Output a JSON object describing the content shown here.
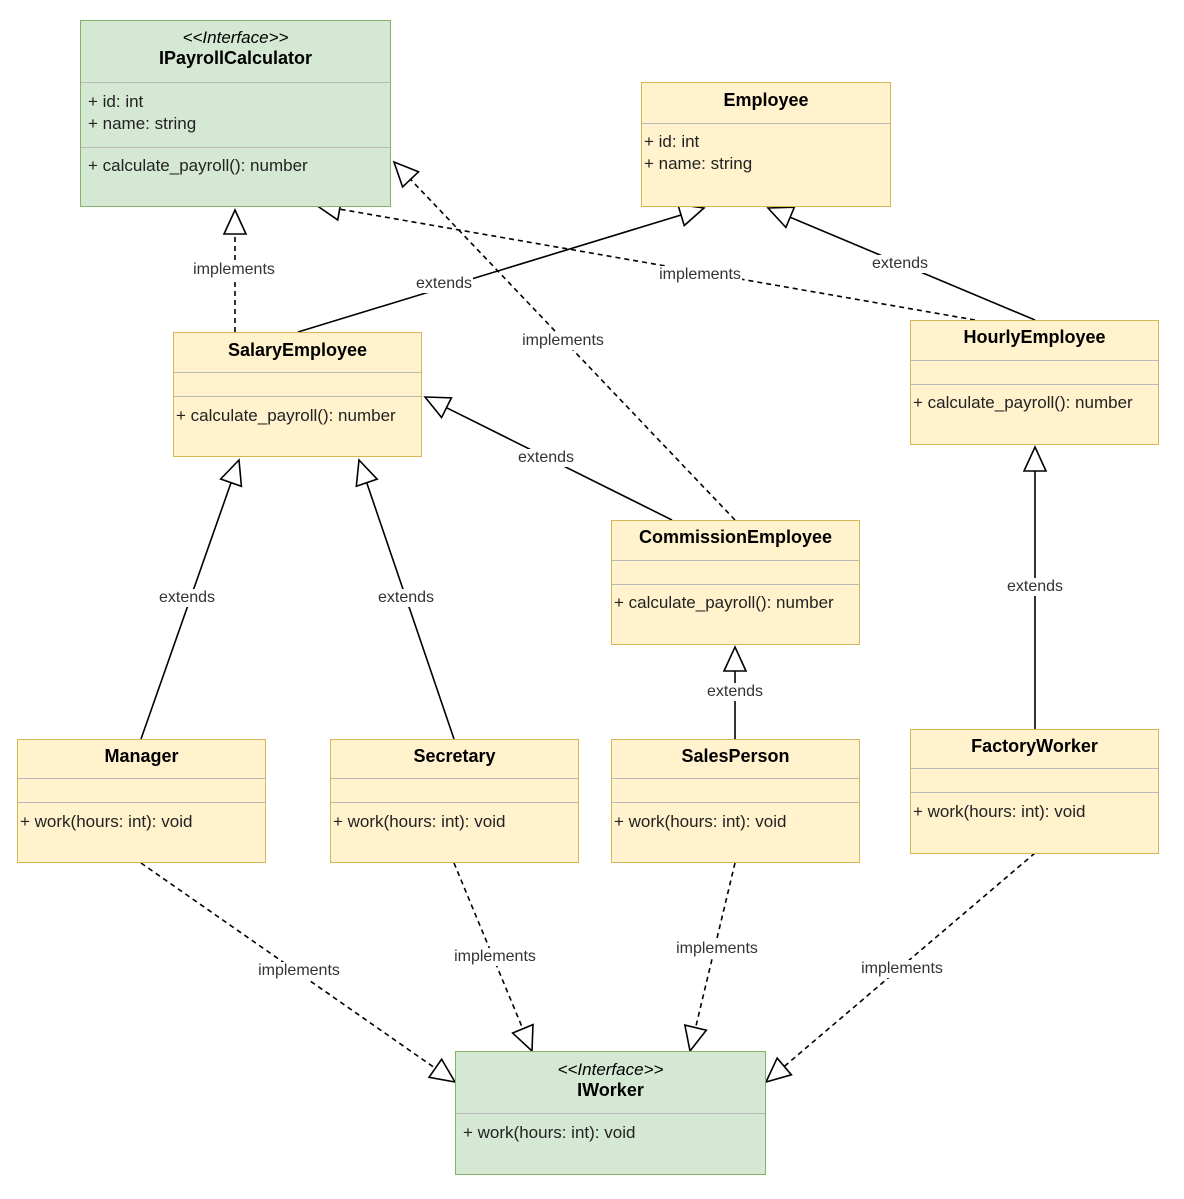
{
  "classes": {
    "ipayroll": {
      "stereotype": "<<Interface>>",
      "name": "IPayrollCalculator",
      "attributes": [
        "+ id: int",
        "+ name: string"
      ],
      "methods": [
        "+ calculate_payroll(): number"
      ]
    },
    "employee": {
      "name": "Employee",
      "attributes": [
        "+ id: int",
        "+ name: string"
      ]
    },
    "salary": {
      "name": "SalaryEmployee",
      "methods": [
        "+ calculate_payroll(): number"
      ]
    },
    "hourly": {
      "name": "HourlyEmployee",
      "methods": [
        "+ calculate_payroll(): number"
      ]
    },
    "commission": {
      "name": "CommissionEmployee",
      "methods": [
        "+ calculate_payroll(): number"
      ]
    },
    "manager": {
      "name": "Manager",
      "methods": [
        "+ work(hours: int): void"
      ]
    },
    "secretary": {
      "name": "Secretary",
      "methods": [
        "+ work(hours: int): void"
      ]
    },
    "salesperson": {
      "name": "SalesPerson",
      "methods": [
        "+ work(hours: int): void"
      ]
    },
    "factory": {
      "name": "FactoryWorker",
      "methods": [
        "+ work(hours: int): void"
      ]
    },
    "iworker": {
      "stereotype": "<<Interface>>",
      "name": "IWorker",
      "methods": [
        "+ work(hours: int): void"
      ]
    }
  },
  "relations": [
    {
      "from": "salary",
      "to": "ipayroll",
      "kind": "implements",
      "label": "implements"
    },
    {
      "from": "salary",
      "to": "employee",
      "kind": "extends",
      "label": "extends"
    },
    {
      "from": "hourly",
      "to": "ipayroll",
      "kind": "implements",
      "label": "implements"
    },
    {
      "from": "hourly",
      "to": "employee",
      "kind": "extends",
      "label": "extends"
    },
    {
      "from": "commission",
      "to": "ipayroll",
      "kind": "implements",
      "label": "implements"
    },
    {
      "from": "commission",
      "to": "salary",
      "kind": "extends",
      "label": "extends"
    },
    {
      "from": "manager",
      "to": "salary",
      "kind": "extends",
      "label": "extends"
    },
    {
      "from": "secretary",
      "to": "salary",
      "kind": "extends",
      "label": "extends"
    },
    {
      "from": "salesperson",
      "to": "commission",
      "kind": "extends",
      "label": "extends"
    },
    {
      "from": "factory",
      "to": "hourly",
      "kind": "extends",
      "label": "extends"
    },
    {
      "from": "manager",
      "to": "iworker",
      "kind": "implements",
      "label": "implements"
    },
    {
      "from": "secretary",
      "to": "iworker",
      "kind": "implements",
      "label": "implements"
    },
    {
      "from": "salesperson",
      "to": "iworker",
      "kind": "implements",
      "label": "implements"
    },
    {
      "from": "factory",
      "to": "iworker",
      "kind": "implements",
      "label": "implements"
    }
  ],
  "colors": {
    "class_fill": "#fff2cc",
    "class_border": "#d6b656",
    "interface_fill": "#d5e8d4",
    "interface_border": "#82b366",
    "edge": "#000000"
  }
}
